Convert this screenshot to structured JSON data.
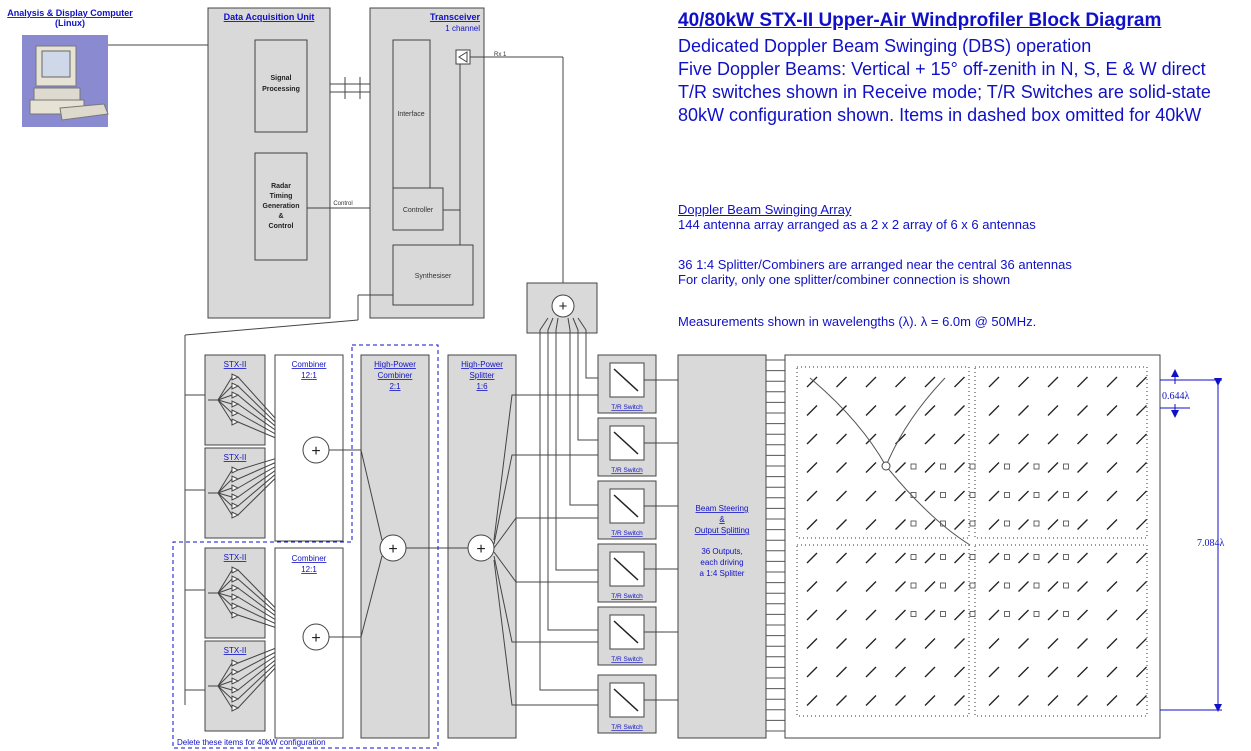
{
  "computer": {
    "line1": "Analysis & Display Computer",
    "line2": "(Linux)"
  },
  "daq": {
    "title": "Data Acquisition Unit",
    "signal_processing": [
      "Signal",
      "Processing"
    ],
    "radar_timing": [
      "Radar",
      "Timing",
      "Generation",
      "&",
      "Control"
    ]
  },
  "transceiver": {
    "title": "Transceiver",
    "subtitle": "1 channel",
    "rx": "Rx 1",
    "interface": "Interface",
    "controller": "Controller",
    "synthesiser": "Synthesiser",
    "control_label": "Control"
  },
  "heading": {
    "title": "40/80kW STX-II Upper-Air Windprofiler Block Diagram",
    "lines": [
      "Dedicated Doppler Beam Swinging (DBS) operation",
      "Five Doppler Beams: Vertical + 15° off-zenith in N, S, E & W direct",
      "T/R switches shown in Receive mode; T/R Switches are solid-state",
      "80kW configuration shown. Items in dashed box omitted for 40kW"
    ]
  },
  "array_notes": {
    "title": "Doppler Beam Swinging Array",
    "line1": "144 antenna array arranged as a 2 x 2 array of 6 x 6 antennas",
    "line2": "36 1:4 Splitter/Combiners are arranged near the central 36 antennas",
    "line3": "For clarity, only one splitter/combiner connection is shown",
    "line4": "Measurements shown in wavelengths (λ). λ = 6.0m @ 50MHz."
  },
  "tx": {
    "stx": "STX-II",
    "combiner": [
      "Combiner",
      "12:1"
    ],
    "hp_combiner": [
      "High-Power",
      "Combiner",
      "2:1"
    ],
    "hp_splitter": [
      "High-Power",
      "Splitter",
      "1:6"
    ],
    "tr_switch": "T/R Switch",
    "delete_note": "Delete these items for 40kW configuration"
  },
  "beam": {
    "title": [
      "Beam Steering",
      "&",
      "Output Splitting"
    ],
    "desc": [
      "36 Outputs,",
      "each driving",
      "a 1:4 Splitter"
    ]
  },
  "dims": {
    "spacing": "0.644λ",
    "width": "7.084λ"
  },
  "colors": {
    "link": "#1010c8",
    "box_fill": "#d9d9d9",
    "dashed": "#1010c8"
  }
}
